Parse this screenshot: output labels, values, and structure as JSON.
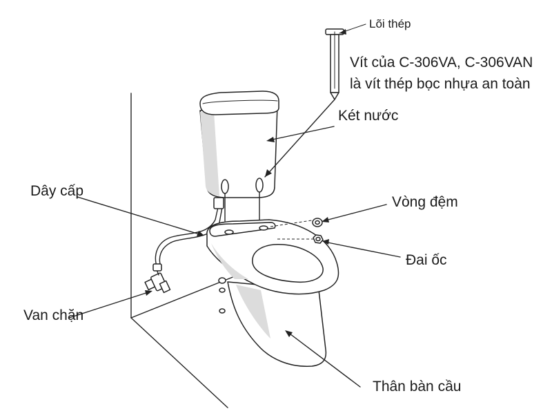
{
  "labels": {
    "loi_thep": "Lõi thép",
    "vit_line1": "Vít của C-306VA, C-306VAN",
    "vit_line2": "là vít thép bọc nhựa an toàn",
    "ket_nuoc": "Két nước",
    "day_cap": "Dây cấp",
    "vong_dem": "Vòng đệm",
    "dai_oc": "Đai ốc",
    "van_chan": "Van chặn",
    "than_ban_cau": "Thân bàn cầu"
  }
}
